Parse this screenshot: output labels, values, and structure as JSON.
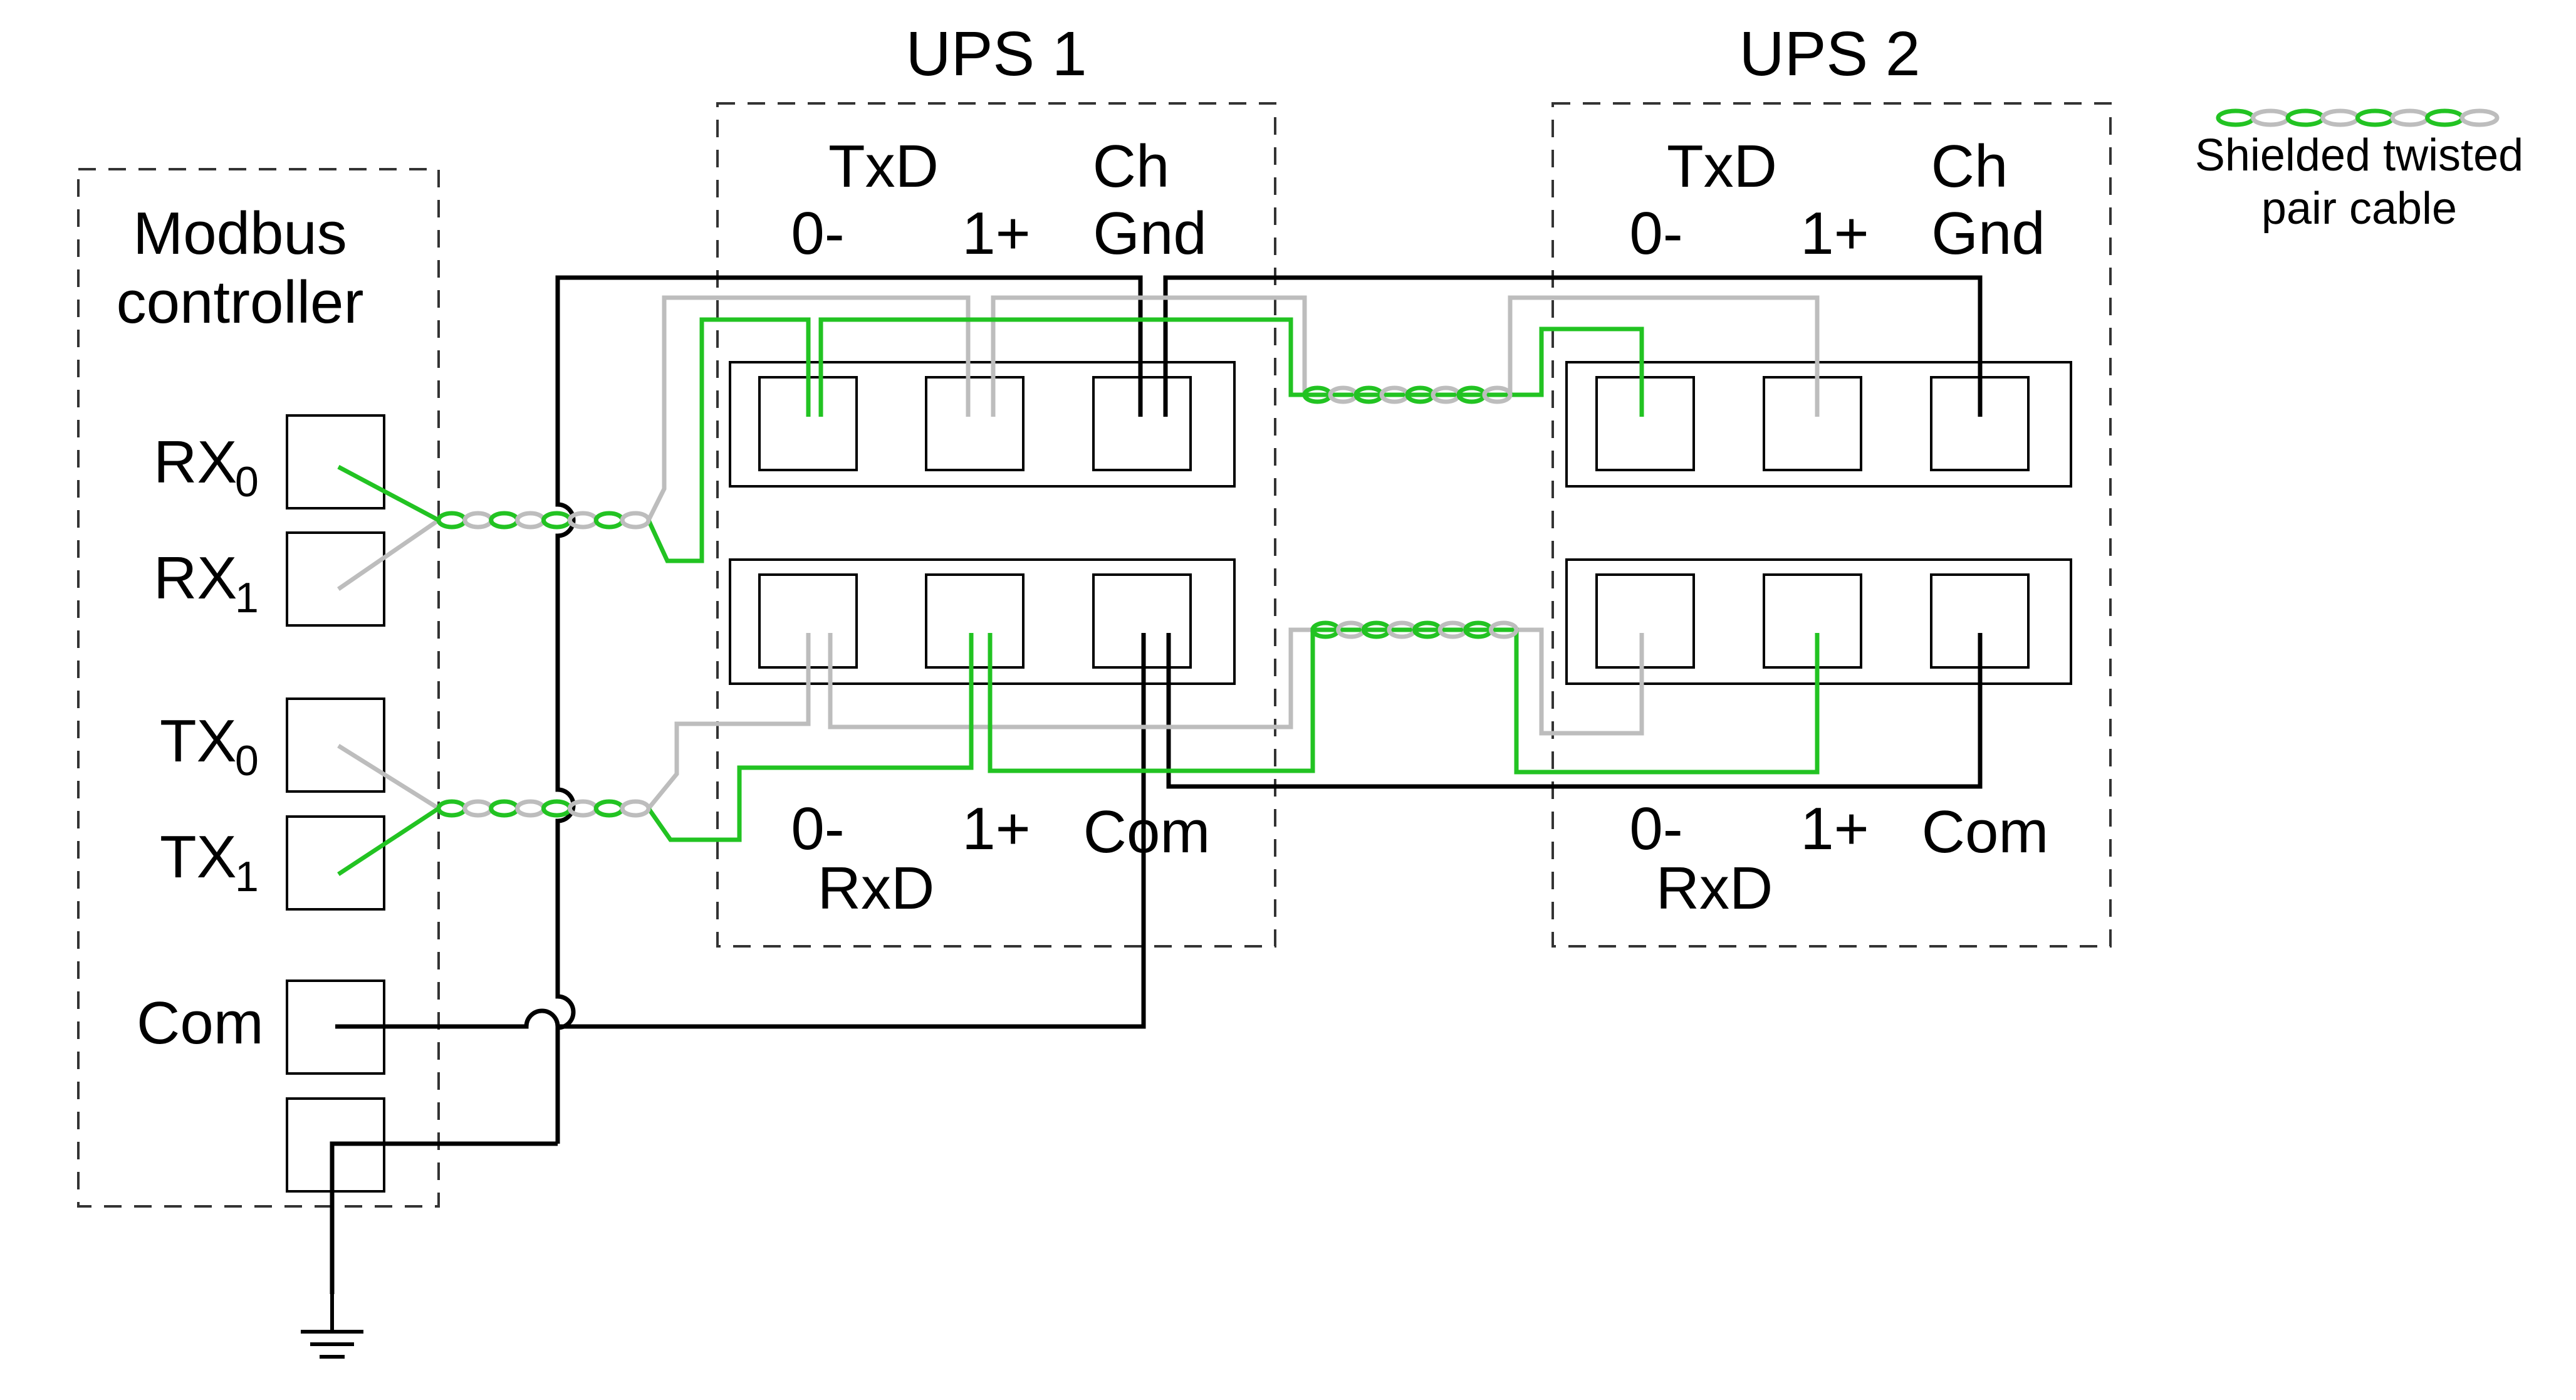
{
  "modbus_controller": {
    "title_line1": "Modbus",
    "title_line2": "controller",
    "terminals": {
      "rx0_main": "RX",
      "rx0_sub": "0",
      "rx1_main": "RX",
      "rx1_sub": "1",
      "tx0_main": "TX",
      "tx0_sub": "0",
      "tx1_main": "TX",
      "tx1_sub": "1",
      "com": "Com"
    }
  },
  "ups1": {
    "title": "UPS 1",
    "txd": {
      "label": "TxD",
      "pin0": "0-",
      "pin1": "1+",
      "ch_line1": "Ch",
      "ch_line2": "Gnd"
    },
    "rxd": {
      "label": "RxD",
      "pin0": "0-",
      "pin1": "1+",
      "com": "Com"
    }
  },
  "ups2": {
    "title": "UPS 2",
    "txd": {
      "label": "TxD",
      "pin0": "0-",
      "pin1": "1+",
      "ch_line1": "Ch",
      "ch_line2": "Gnd"
    },
    "rxd": {
      "label": "RxD",
      "pin0": "0-",
      "pin1": "1+",
      "com": "Com"
    }
  },
  "legend": {
    "line1": "Shielded twisted",
    "line2": "pair cable"
  },
  "colors": {
    "wire_black": "#000000",
    "wire_gray": "#bdbdbd",
    "wire_green": "#22c322"
  }
}
